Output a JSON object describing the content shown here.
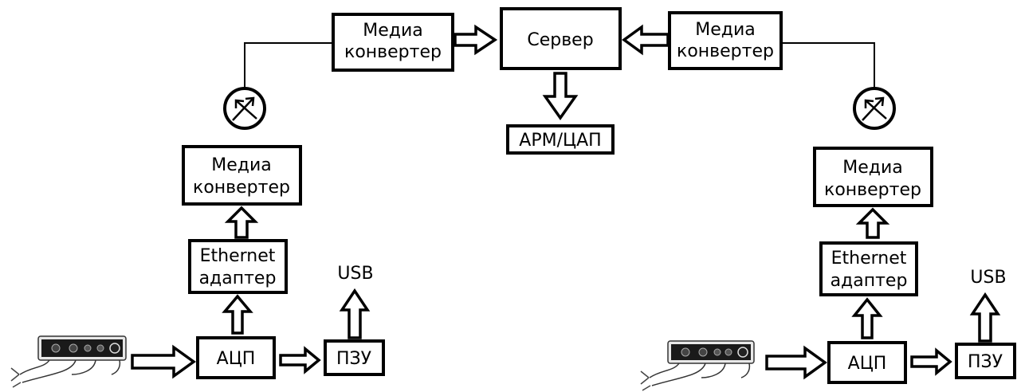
{
  "server": "Сервер",
  "arm": "АРМ/ЦАП",
  "top_left_converter": [
    "Медиа",
    "конвертер"
  ],
  "top_right_converter": [
    "Медиа",
    "конвертер"
  ],
  "left": {
    "converter": [
      "Медиа",
      "конвертер"
    ],
    "ethernet": [
      "Ethernet",
      "адаптер"
    ],
    "adc": "АЦП",
    "rom": "ПЗУ",
    "usb": "USB"
  },
  "right": {
    "converter": [
      "Медиа",
      "конвертер"
    ],
    "ethernet": [
      "Ethernet",
      "адаптер"
    ],
    "adc": "АЦП",
    "rom": "ПЗУ",
    "usb": "USB"
  },
  "icons": {
    "optical_link": "optical-link-icon",
    "audio_interface": "audio-interface-device-icon"
  }
}
